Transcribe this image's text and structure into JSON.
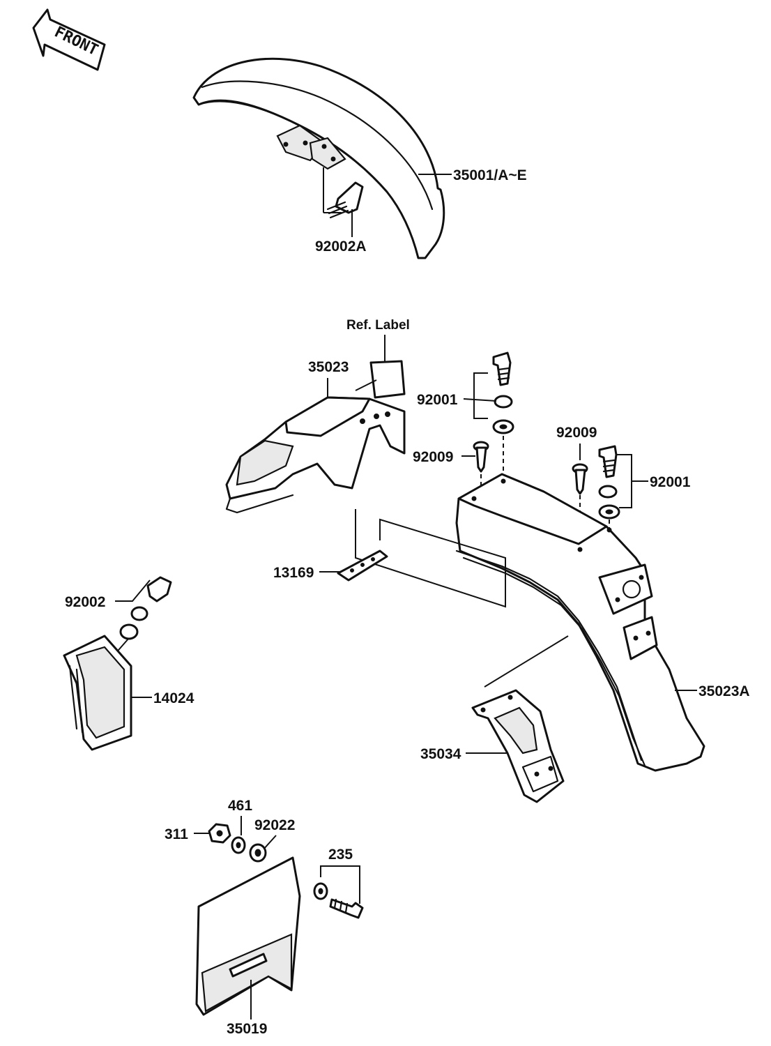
{
  "front_arrow": {
    "text": "FRONT"
  },
  "callouts": {
    "front_fender": "35001/A~E",
    "front_fender_bolt": "92002A",
    "ref_label": "Ref. Label",
    "rear_fender_front": "35023",
    "bolt_set_left": "92001",
    "screw_left": "92009",
    "screw_right": "92009",
    "bolt_set_right": "92001",
    "rubber_strip": "13169",
    "bolt_top_left": "92002",
    "mudflap_bracket": "14024",
    "rear_fender_rear": "35023A",
    "license_bracket": "35034",
    "nut": "311",
    "lock_washer": "461",
    "washer": "92022",
    "screw_set": "235",
    "side_cover": "35019"
  }
}
